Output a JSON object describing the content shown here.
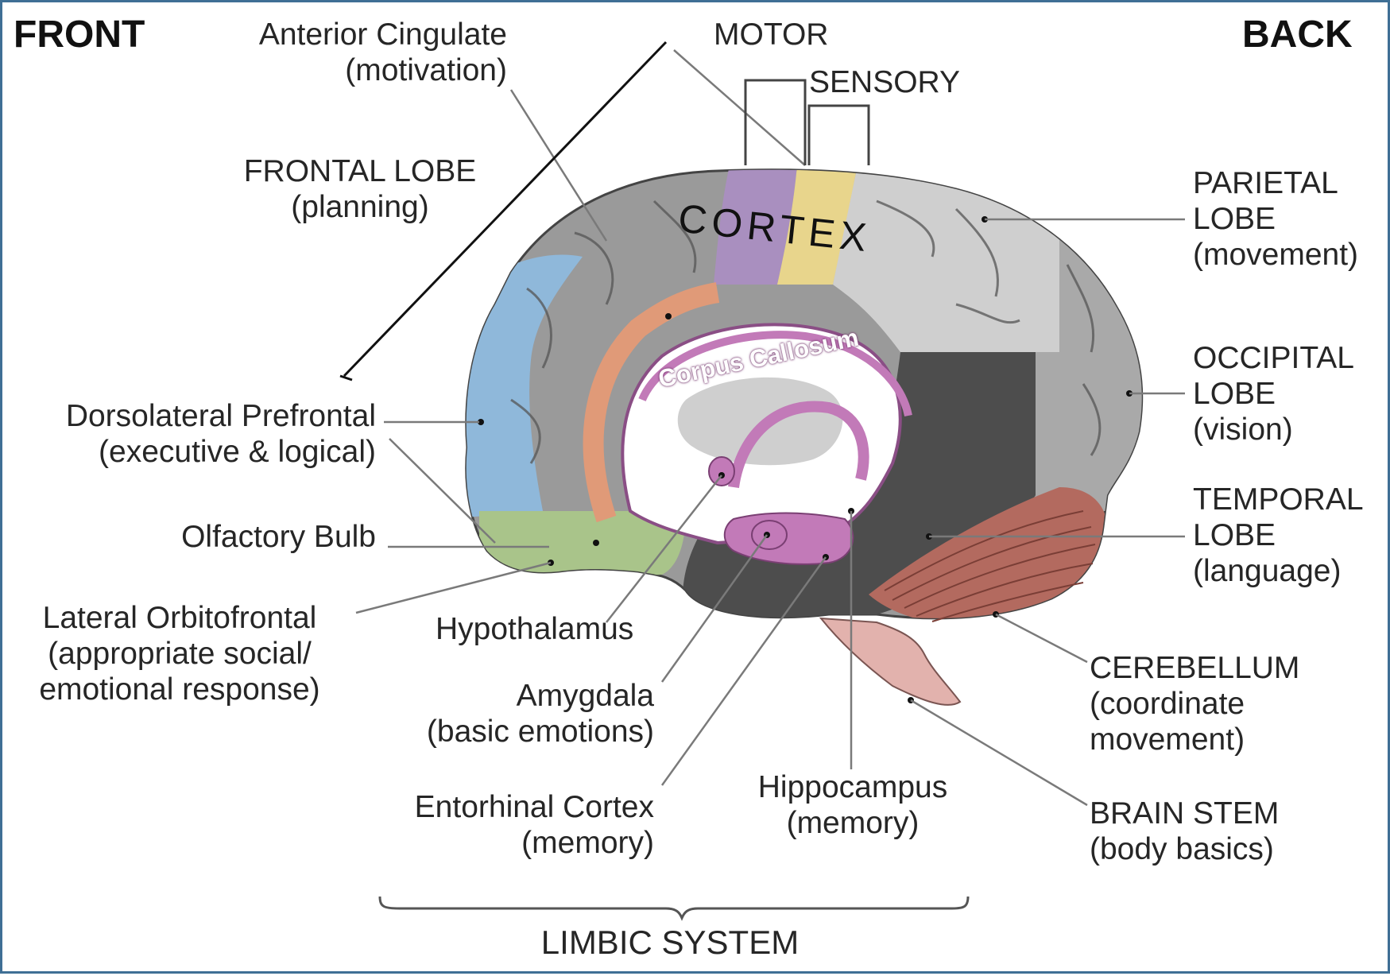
{
  "header": {
    "front": "FRONT",
    "back": "BACK"
  },
  "top_labels": {
    "motor": "MOTOR",
    "sensory": "SENSORY"
  },
  "in_brain": {
    "cortex": "CORTEX",
    "corpus_callosum": "Corpus Callosum"
  },
  "labels": {
    "anterior_cingulate": {
      "name": "Anterior Cingulate",
      "role": "(motivation)"
    },
    "frontal_lobe": {
      "name": "FRONTAL LOBE",
      "role": "(planning)"
    },
    "dorsolateral_prefrontal": {
      "name": "Dorsolateral Prefrontal",
      "role": "(executive & logical)"
    },
    "olfactory_bulb": {
      "name": "Olfactory Bulb"
    },
    "lateral_orbitofrontal": {
      "name": "Lateral Orbitofrontal",
      "role_1": "(appropriate social/",
      "role_2": "emotional response)"
    },
    "hypothalamus": {
      "name": "Hypothalamus"
    },
    "amygdala": {
      "name": "Amygdala",
      "role": "(basic emotions)"
    },
    "entorhinal_cortex": {
      "name": "Entorhinal Cortex",
      "role": "(memory)"
    },
    "hippocampus": {
      "name": "Hippocampus",
      "role": "(memory)"
    },
    "parietal_lobe": {
      "name_1": "PARIETAL",
      "name_2": "LOBE",
      "role": "(movement)"
    },
    "occipital_lobe": {
      "name_1": "OCCIPITAL",
      "name_2": "LOBE",
      "role": "(vision)"
    },
    "temporal_lobe": {
      "name_1": "TEMPORAL",
      "name_2": "LOBE",
      "role": "(language)"
    },
    "cerebellum": {
      "name": "CEREBELLUM",
      "role_1": "(coordinate",
      "role_2": "movement)"
    },
    "brain_stem": {
      "name": "BRAIN STEM",
      "role": "(body basics)"
    }
  },
  "limbic_system": "LIMBIC SYSTEM",
  "colors": {
    "prefrontal": "#8fb8da",
    "motor": "#a98fbf",
    "sensory": "#e8d58c",
    "orbitofrontal": "#a9c48a",
    "cingulate": "#e09a78",
    "limbic": "#c27ab8",
    "temporal": "#4d4d4d",
    "cerebellum": "#b36a5f",
    "brainstem": "#e2b2ad",
    "frontal_gray": "#9a9a9a",
    "parietal_gray": "#cfcfcf",
    "occipital_gray": "#a9a9a9"
  }
}
